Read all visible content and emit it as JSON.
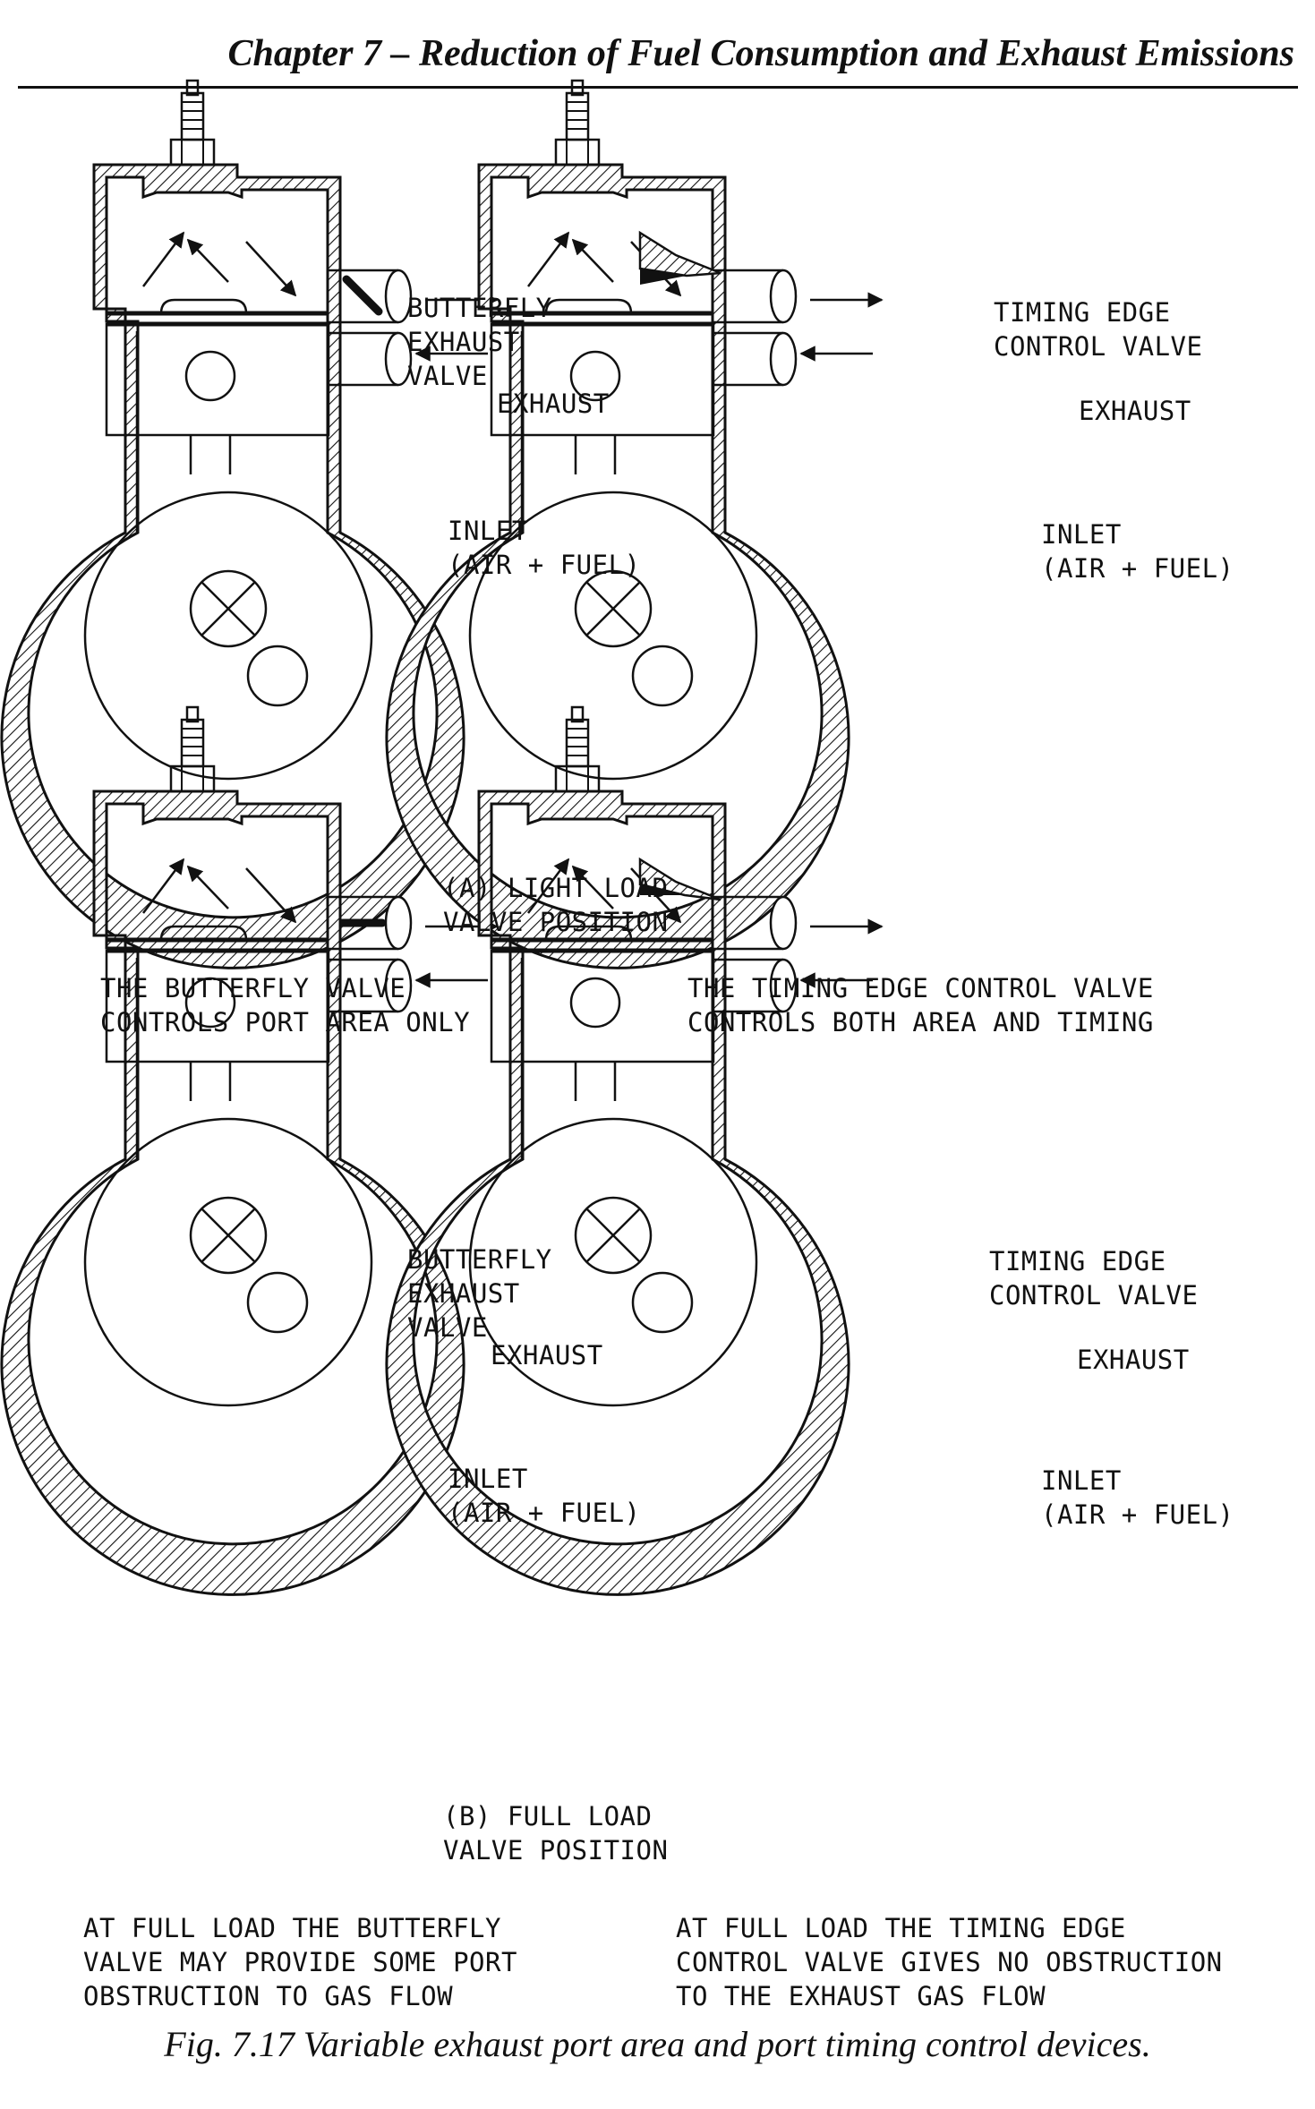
{
  "header": {
    "title": "Chapter 7 – Reduction of Fuel Consumption and Exhaust Emissions"
  },
  "panels": {
    "a_butterfly": {
      "valve_label": "BUTTERFLY\nEXHAUST\nVALVE",
      "exhaust": "EXHAUST",
      "inlet": "INLET\n(AIR + FUEL)",
      "position_label": "(A) LIGHT LOAD\nVALVE POSITION",
      "note": "THE BUTTERFLY VALVE\nCONTROLS PORT AREA ONLY"
    },
    "a_timing": {
      "valve_label": "TIMING EDGE\nCONTROL VALVE",
      "exhaust": "EXHAUST",
      "inlet": "INLET\n(AIR + FUEL)",
      "note": "THE TIMING EDGE CONTROL VALVE\nCONTROLS BOTH AREA AND TIMING"
    },
    "b_butterfly": {
      "valve_label": "BUTTERFLY\nEXHAUST\nVALVE",
      "exhaust": "EXHAUST",
      "inlet": "INLET\n(AIR + FUEL)",
      "position_label": "(B) FULL LOAD\nVALVE POSITION",
      "note": "AT FULL LOAD THE BUTTERFLY\nVALVE MAY PROVIDE SOME PORT\nOBSTRUCTION TO GAS FLOW"
    },
    "b_timing": {
      "valve_label": "TIMING EDGE\nCONTROL VALVE",
      "exhaust": "EXHAUST",
      "inlet": "INLET\n(AIR + FUEL)",
      "note": "AT FULL LOAD THE TIMING EDGE\nCONTROL VALVE GIVES NO OBSTRUCTION\nTO THE EXHAUST GAS FLOW"
    }
  },
  "caption": "Fig. 7.17 Variable exhaust port area and port timing control devices."
}
